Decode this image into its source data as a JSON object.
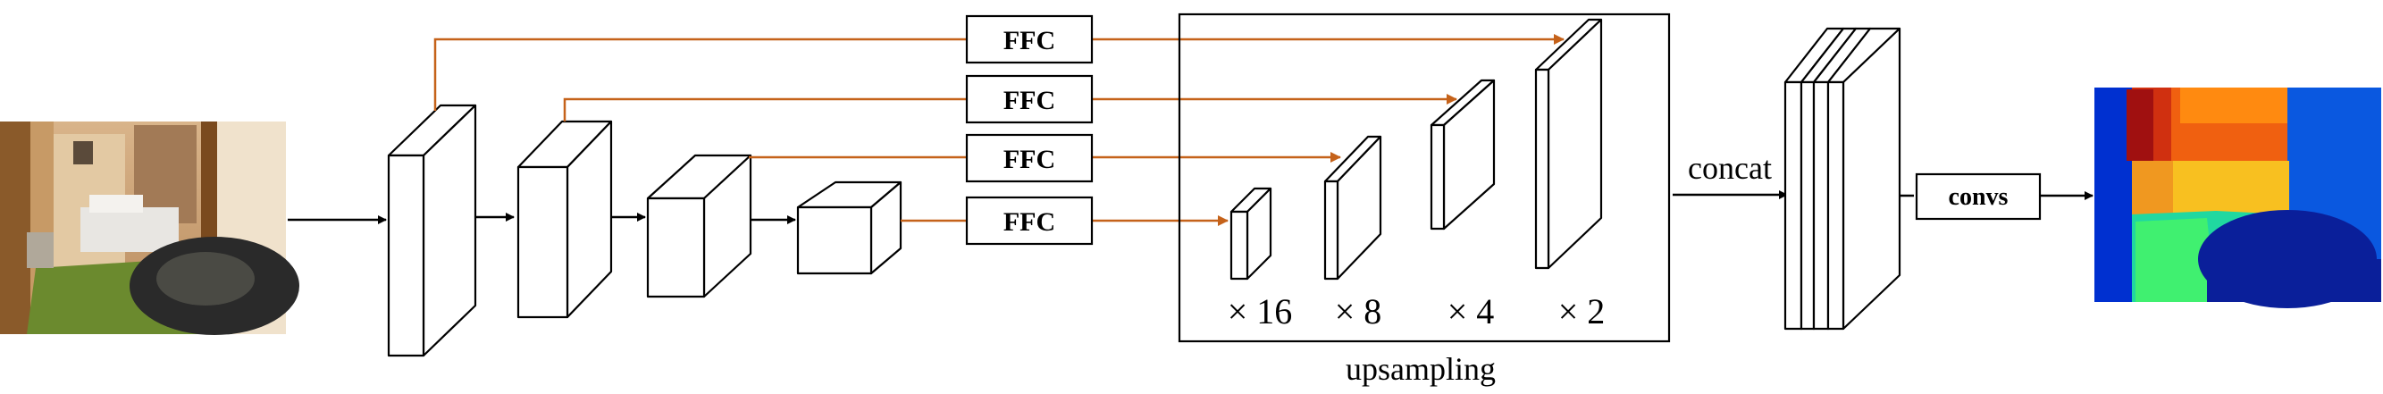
{
  "ffc_blocks": [
    {
      "label": "FFC"
    },
    {
      "label": "FFC"
    },
    {
      "label": "FFC"
    },
    {
      "label": "FFC"
    }
  ],
  "scales": [
    "× 16",
    "× 8",
    "× 4",
    "× 2"
  ],
  "upsampling_label": "upsampling",
  "concat_label": "concat",
  "convs_label": "convs",
  "colors": {
    "skip_connection": "#c5621a",
    "stroke": "#000000",
    "fill": "#ffffff"
  }
}
